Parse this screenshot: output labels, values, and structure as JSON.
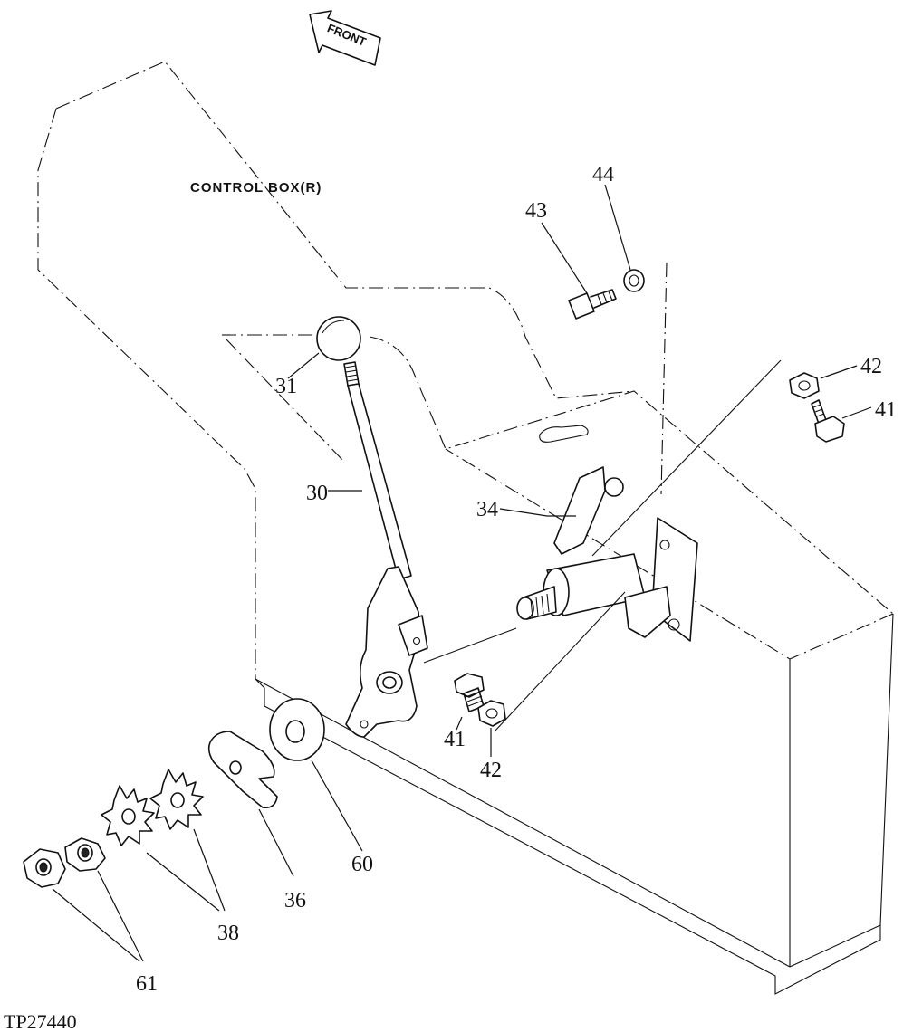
{
  "diagram": {
    "front_arrow_label": "FRONT",
    "control_box_label": "CONTROL  BOX(R)",
    "figure_id": "TP27440",
    "callouts": {
      "c31": "31",
      "c30": "30",
      "c34": "34",
      "c43": "43",
      "c44": "44",
      "c42_top": "42",
      "c41_right": "41",
      "c41_lower": "41",
      "c42_lower": "42",
      "c60": "60",
      "c36": "36",
      "c38": "38",
      "c61": "61"
    }
  }
}
